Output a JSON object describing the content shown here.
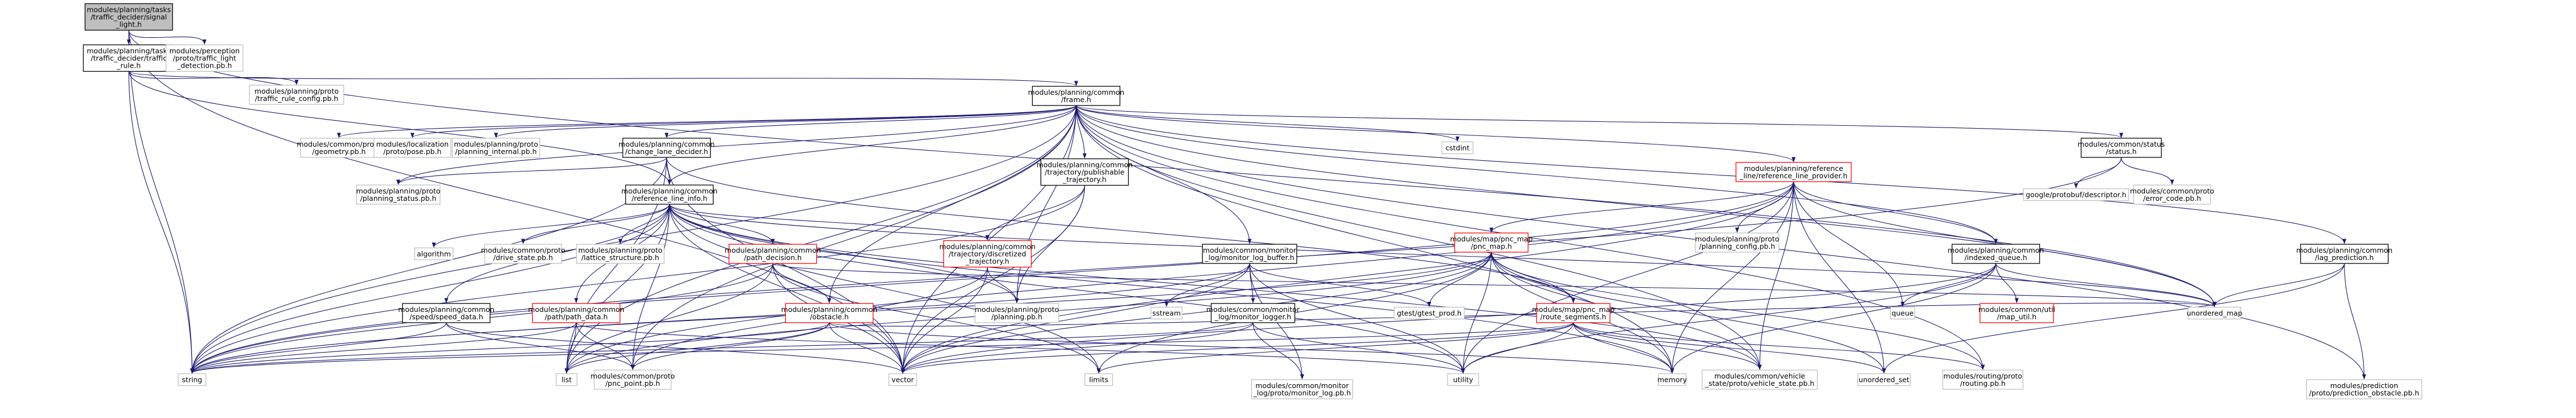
{
  "diagram": {
    "colors": {
      "edge": "#191970",
      "root_fill": "#bfbfbf",
      "border_normal": "#000000",
      "border_external": "#bfbfbf",
      "border_truncated": "#ff0000"
    },
    "nodes": [
      {
        "id": "root",
        "label": [
          "modules/planning/tasks",
          "/traffic_decider/signal",
          "_light.h"
        ],
        "kind": "root"
      },
      {
        "id": "traffic_rule",
        "label": [
          "modules/planning/tasks",
          "/traffic_decider/traffic",
          "_rule.h"
        ],
        "kind": "normal"
      },
      {
        "id": "tl_detection",
        "label": [
          "modules/perception",
          "/proto/traffic_light",
          "_detection.pb.h"
        ],
        "kind": "external"
      },
      {
        "id": "tr_config",
        "label": [
          "modules/planning/proto",
          "/traffic_rule_config.pb.h"
        ],
        "kind": "external"
      },
      {
        "id": "frame",
        "label": [
          "modules/planning/common",
          "/frame.h"
        ],
        "kind": "normal"
      },
      {
        "id": "geometry",
        "label": [
          "modules/common/proto",
          "/geometry.pb.h"
        ],
        "kind": "external"
      },
      {
        "id": "pose",
        "label": [
          "modules/localization",
          "/proto/pose.pb.h"
        ],
        "kind": "external"
      },
      {
        "id": "planning_internal",
        "label": [
          "modules/planning/proto",
          "/planning_internal.pb.h"
        ],
        "kind": "external"
      },
      {
        "id": "change_lane",
        "label": [
          "modules/planning/common",
          "/change_lane_decider.h"
        ],
        "kind": "normal"
      },
      {
        "id": "publishable",
        "label": [
          "modules/planning/common",
          "/trajectory/publishable",
          "_trajectory.h"
        ],
        "kind": "normal"
      },
      {
        "id": "cstdint",
        "label": [
          "cstdint"
        ],
        "kind": "external"
      },
      {
        "id": "ref_provider",
        "label": [
          "modules/planning/reference",
          "_line/reference_line_provider.h"
        ],
        "kind": "truncated"
      },
      {
        "id": "status",
        "label": [
          "modules/common/status",
          "/status.h"
        ],
        "kind": "normal"
      },
      {
        "id": "planning_status",
        "label": [
          "modules/planning/proto",
          "/planning_status.pb.h"
        ],
        "kind": "external"
      },
      {
        "id": "ref_line_info",
        "label": [
          "modules/planning/common",
          "/reference_line_info.h"
        ],
        "kind": "normal"
      },
      {
        "id": "descriptor",
        "label": [
          "google/protobuf/descriptor.h"
        ],
        "kind": "external"
      },
      {
        "id": "error_code",
        "label": [
          "modules/common/proto",
          "/error_code.pb.h"
        ],
        "kind": "external"
      },
      {
        "id": "lag_prediction",
        "label": [
          "modules/planning/common",
          "/lag_prediction.h"
        ],
        "kind": "normal"
      },
      {
        "id": "algorithm",
        "label": [
          "algorithm"
        ],
        "kind": "external"
      },
      {
        "id": "drive_state",
        "label": [
          "modules/common/proto",
          "/drive_state.pb.h"
        ],
        "kind": "external"
      },
      {
        "id": "lattice_structure",
        "label": [
          "modules/planning/proto",
          "/lattice_structure.pb.h"
        ],
        "kind": "external"
      },
      {
        "id": "path_decision",
        "label": [
          "modules/planning/common",
          "/path_decision.h"
        ],
        "kind": "truncated"
      },
      {
        "id": "discretized",
        "label": [
          "modules/planning/common",
          "/trajectory/discretized",
          "_trajectory.h"
        ],
        "kind": "truncated"
      },
      {
        "id": "log_buffer",
        "label": [
          "modules/common/monitor",
          "_log/monitor_log_buffer.h"
        ],
        "kind": "normal"
      },
      {
        "id": "pnc_map",
        "label": [
          "modules/map/pnc_map",
          "/pnc_map.h"
        ],
        "kind": "truncated"
      },
      {
        "id": "planning_config",
        "label": [
          "modules/planning/proto",
          "/planning_config.pb.h"
        ],
        "kind": "external"
      },
      {
        "id": "indexed_queue",
        "label": [
          "modules/planning/common",
          "/indexed_queue.h"
        ],
        "kind": "normal"
      },
      {
        "id": "speed_data",
        "label": [
          "modules/planning/common",
          "/speed/speed_data.h"
        ],
        "kind": "normal"
      },
      {
        "id": "path_data",
        "label": [
          "modules/planning/common",
          "/path/path_data.h"
        ],
        "kind": "truncated"
      },
      {
        "id": "obstacle",
        "label": [
          "modules/planning/common",
          "/obstacle.h"
        ],
        "kind": "truncated"
      },
      {
        "id": "planning_pb",
        "label": [
          "modules/planning/proto",
          "/planning.pb.h"
        ],
        "kind": "external"
      },
      {
        "id": "sstream",
        "label": [
          "sstream"
        ],
        "kind": "external"
      },
      {
        "id": "monitor_logger",
        "label": [
          "modules/common/monitor",
          "_log/monitor_logger.h"
        ],
        "kind": "normal"
      },
      {
        "id": "gtest_prod",
        "label": [
          "gtest/gtest_prod.h"
        ],
        "kind": "external"
      },
      {
        "id": "route_segments",
        "label": [
          "modules/map/pnc_map",
          "/route_segments.h"
        ],
        "kind": "truncated"
      },
      {
        "id": "queue",
        "label": [
          "queue"
        ],
        "kind": "external"
      },
      {
        "id": "map_util",
        "label": [
          "modules/common/util",
          "/map_util.h"
        ],
        "kind": "truncated"
      },
      {
        "id": "unordered_map",
        "label": [
          "unordered_map"
        ],
        "kind": "external"
      },
      {
        "id": "string",
        "label": [
          "string"
        ],
        "kind": "external"
      },
      {
        "id": "list",
        "label": [
          "list"
        ],
        "kind": "external"
      },
      {
        "id": "pnc_point",
        "label": [
          "modules/common/proto",
          "/pnc_point.pb.h"
        ],
        "kind": "external"
      },
      {
        "id": "vector",
        "label": [
          "vector"
        ],
        "kind": "external"
      },
      {
        "id": "limits",
        "label": [
          "limits"
        ],
        "kind": "external"
      },
      {
        "id": "monitor_log_pb",
        "label": [
          "modules/common/monitor",
          "_log/proto/monitor_log.pb.h"
        ],
        "kind": "external"
      },
      {
        "id": "utility",
        "label": [
          "utility"
        ],
        "kind": "external"
      },
      {
        "id": "memory",
        "label": [
          "memory"
        ],
        "kind": "external"
      },
      {
        "id": "vehicle_state",
        "label": [
          "modules/common/vehicle",
          "_state/proto/vehicle_state.pb.h"
        ],
        "kind": "external"
      },
      {
        "id": "unordered_set",
        "label": [
          "unordered_set"
        ],
        "kind": "external"
      },
      {
        "id": "routing_pb",
        "label": [
          "modules/routing/proto",
          "/routing.pb.h"
        ],
        "kind": "external"
      },
      {
        "id": "prediction_obstacle",
        "label": [
          "modules/prediction",
          "/proto/prediction_obstacle.pb.h"
        ],
        "kind": "external"
      }
    ],
    "edges": [
      [
        "root",
        "traffic_rule"
      ],
      [
        "root",
        "tl_detection"
      ],
      [
        "root",
        "string"
      ],
      [
        "root",
        "unordered_map"
      ],
      [
        "root",
        "vector"
      ],
      [
        "traffic_rule",
        "tr_config"
      ],
      [
        "traffic_rule",
        "frame"
      ],
      [
        "traffic_rule",
        "ref_line_info"
      ],
      [
        "traffic_rule",
        "string"
      ],
      [
        "frame",
        "geometry"
      ],
      [
        "frame",
        "pose"
      ],
      [
        "frame",
        "planning_internal"
      ],
      [
        "frame",
        "change_lane"
      ],
      [
        "frame",
        "publishable"
      ],
      [
        "frame",
        "cstdint"
      ],
      [
        "frame",
        "ref_provider"
      ],
      [
        "frame",
        "status"
      ],
      [
        "frame",
        "ref_line_info"
      ],
      [
        "frame",
        "lag_prediction"
      ],
      [
        "frame",
        "indexed_queue"
      ],
      [
        "frame",
        "obstacle"
      ],
      [
        "frame",
        "log_buffer"
      ],
      [
        "frame",
        "planning_pb"
      ],
      [
        "frame",
        "planning_status"
      ],
      [
        "frame",
        "prediction_obstacle"
      ],
      [
        "frame",
        "routing_pb"
      ],
      [
        "frame",
        "vehicle_state"
      ],
      [
        "frame",
        "memory"
      ],
      [
        "frame",
        "list"
      ],
      [
        "frame",
        "string"
      ],
      [
        "frame",
        "unordered_map"
      ],
      [
        "frame",
        "vector"
      ],
      [
        "frame",
        "pnc_point"
      ],
      [
        "change_lane",
        "planning_status"
      ],
      [
        "change_lane",
        "ref_line_info"
      ],
      [
        "change_lane",
        "list"
      ],
      [
        "change_lane",
        "string"
      ],
      [
        "change_lane",
        "vector"
      ],
      [
        "change_lane",
        "route_segments"
      ],
      [
        "publishable",
        "discretized"
      ],
      [
        "publishable",
        "planning_pb"
      ],
      [
        "publishable",
        "vector"
      ],
      [
        "publishable",
        "string"
      ],
      [
        "ref_provider",
        "pnc_map"
      ],
      [
        "ref_provider",
        "planning_config"
      ],
      [
        "ref_provider",
        "indexed_queue"
      ],
      [
        "ref_provider",
        "vehicle_state"
      ],
      [
        "ref_provider",
        "list"
      ],
      [
        "ref_provider",
        "memory"
      ],
      [
        "ref_provider",
        "queue"
      ],
      [
        "ref_provider",
        "unordered_map"
      ],
      [
        "ref_provider",
        "unordered_set"
      ],
      [
        "ref_provider",
        "vector"
      ],
      [
        "ref_provider",
        "string"
      ],
      [
        "ref_provider",
        "utility"
      ],
      [
        "status",
        "descriptor"
      ],
      [
        "status",
        "error_code"
      ],
      [
        "status",
        "string"
      ],
      [
        "ref_line_info",
        "algorithm"
      ],
      [
        "ref_line_info",
        "drive_state"
      ],
      [
        "ref_line_info",
        "lattice_structure"
      ],
      [
        "ref_line_info",
        "path_decision"
      ],
      [
        "ref_line_info",
        "discretized"
      ],
      [
        "ref_line_info",
        "speed_data"
      ],
      [
        "ref_line_info",
        "path_data"
      ],
      [
        "ref_line_info",
        "planning_pb"
      ],
      [
        "ref_line_info",
        "string"
      ],
      [
        "ref_line_info",
        "list"
      ],
      [
        "ref_line_info",
        "vector"
      ],
      [
        "ref_line_info",
        "limits"
      ],
      [
        "ref_line_info",
        "memory"
      ],
      [
        "ref_line_info",
        "utility"
      ],
      [
        "ref_line_info",
        "unordered_map"
      ],
      [
        "ref_line_info",
        "vehicle_state"
      ],
      [
        "ref_line_info",
        "pnc_point"
      ],
      [
        "lag_prediction",
        "unordered_map"
      ],
      [
        "lag_prediction",
        "prediction_obstacle"
      ],
      [
        "lag_prediction",
        "unordered_set"
      ],
      [
        "path_decision",
        "obstacle"
      ],
      [
        "path_decision",
        "list"
      ],
      [
        "path_decision",
        "string"
      ],
      [
        "path_decision",
        "limits"
      ],
      [
        "path_decision",
        "vector"
      ],
      [
        "path_decision",
        "unordered_map"
      ],
      [
        "discretized",
        "planning_pb"
      ],
      [
        "discretized",
        "vector"
      ],
      [
        "discretized",
        "pnc_point"
      ],
      [
        "log_buffer",
        "monitor_logger"
      ],
      [
        "log_buffer",
        "monitor_log_pb"
      ],
      [
        "log_buffer",
        "gtest_prod"
      ],
      [
        "log_buffer",
        "sstream"
      ],
      [
        "log_buffer",
        "string"
      ],
      [
        "log_buffer",
        "vector"
      ],
      [
        "log_buffer",
        "utility"
      ],
      [
        "pnc_map",
        "route_segments"
      ],
      [
        "pnc_map",
        "gtest_prod"
      ],
      [
        "pnc_map",
        "string"
      ],
      [
        "pnc_map",
        "vector"
      ],
      [
        "pnc_map",
        "memory"
      ],
      [
        "pnc_map",
        "unordered_set"
      ],
      [
        "pnc_map",
        "utility"
      ],
      [
        "pnc_map",
        "routing_pb"
      ],
      [
        "pnc_map",
        "vehicle_state"
      ],
      [
        "pnc_map",
        "list"
      ],
      [
        "pnc_map",
        "limits"
      ],
      [
        "indexed_queue",
        "queue"
      ],
      [
        "indexed_queue",
        "map_util"
      ],
      [
        "indexed_queue",
        "unordered_map"
      ],
      [
        "indexed_queue",
        "memory"
      ],
      [
        "indexed_queue",
        "utility"
      ],
      [
        "indexed_queue",
        "vector"
      ],
      [
        "speed_data",
        "string"
      ],
      [
        "speed_data",
        "vector"
      ],
      [
        "speed_data",
        "pnc_point"
      ],
      [
        "path_data",
        "list"
      ],
      [
        "path_data",
        "string"
      ],
      [
        "path_data",
        "utility"
      ],
      [
        "path_data",
        "pnc_point"
      ],
      [
        "obstacle",
        "list"
      ],
      [
        "obstacle",
        "string"
      ],
      [
        "obstacle",
        "vector"
      ],
      [
        "obstacle",
        "memory"
      ],
      [
        "obstacle",
        "unordered_map"
      ],
      [
        "obstacle",
        "pnc_point"
      ],
      [
        "monitor_logger",
        "monitor_log_pb"
      ],
      [
        "monitor_logger",
        "string"
      ],
      [
        "monitor_logger",
        "utility"
      ],
      [
        "monitor_logger",
        "vector"
      ],
      [
        "route_segments",
        "string"
      ],
      [
        "route_segments",
        "vector"
      ],
      [
        "route_segments",
        "memory"
      ],
      [
        "route_segments",
        "utility"
      ],
      [
        "route_segments",
        "routing_pb"
      ],
      [
        "route_segments",
        "unordered_set"
      ],
      [
        "route_segments",
        "vehicle_state"
      ],
      [
        "route_segments",
        "limits"
      ]
    ]
  }
}
